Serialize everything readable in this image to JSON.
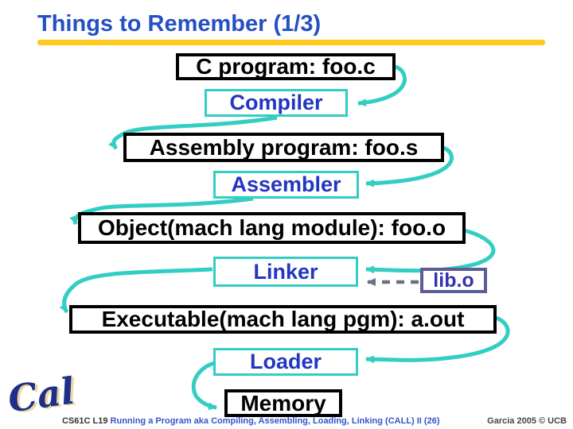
{
  "title": {
    "text": "Things to Remember (1/3)"
  },
  "colors": {
    "title_blue": "#2450C4",
    "label_blue": "#2236C0",
    "teal_accent": "#32CDC3",
    "black_border": "#000000",
    "underline_gold": "#FFC81E",
    "lib_border": "#5C5C99",
    "lib_text": "#3333B0",
    "dashed_arrow_slate": "#6B7086",
    "footer_blue": "#3355CC",
    "logo_navy": "#1F2E86"
  },
  "diagram": {
    "nodes": [
      {
        "id": "c-program",
        "type": "artifact",
        "label": "C program: foo.c"
      },
      {
        "id": "compiler",
        "type": "tool",
        "label": "Compiler"
      },
      {
        "id": "assembly",
        "type": "artifact",
        "label": "Assembly program: foo.s"
      },
      {
        "id": "assembler",
        "type": "tool",
        "label": "Assembler"
      },
      {
        "id": "object",
        "type": "artifact",
        "label": "Object(mach lang module): foo.o"
      },
      {
        "id": "linker",
        "type": "tool",
        "label": "Linker"
      },
      {
        "id": "lib-o",
        "type": "library",
        "label": "lib.o"
      },
      {
        "id": "executable",
        "type": "artifact",
        "label": "Executable(mach lang pgm): a.out"
      },
      {
        "id": "loader",
        "type": "tool",
        "label": "Loader"
      },
      {
        "id": "memory",
        "type": "artifact",
        "label": "Memory"
      }
    ],
    "edges": [
      {
        "from": "c-program",
        "to": "compiler",
        "style": "solid-teal"
      },
      {
        "from": "compiler",
        "to": "assembly",
        "style": "solid-teal"
      },
      {
        "from": "assembly",
        "to": "assembler",
        "style": "solid-teal"
      },
      {
        "from": "assembler",
        "to": "object",
        "style": "solid-teal"
      },
      {
        "from": "object",
        "to": "linker",
        "style": "solid-teal"
      },
      {
        "from": "lib-o",
        "to": "linker",
        "style": "dashed-slate"
      },
      {
        "from": "linker",
        "to": "executable",
        "style": "solid-teal"
      },
      {
        "from": "executable",
        "to": "loader",
        "style": "solid-teal"
      },
      {
        "from": "loader",
        "to": "memory",
        "style": "solid-teal"
      }
    ]
  },
  "footer": {
    "logo_text": "Cal",
    "course_code": "CS61C L19",
    "lecture_title": " Running a Program aka Compiling, Assembling, Loading, Linking (CALL) II (26)",
    "credit": "Garcia 2005 © UCB"
  }
}
